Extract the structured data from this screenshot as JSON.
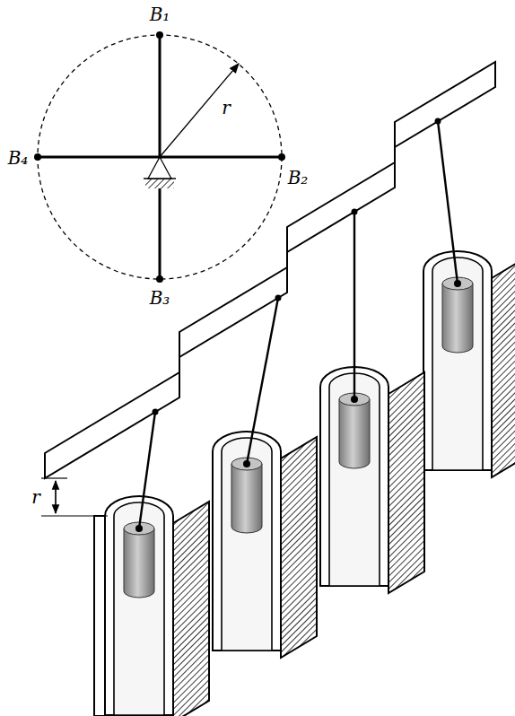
{
  "diagram": {
    "labels": [
      "B₁",
      "B₂",
      "B₃",
      "B₄",
      "r",
      "r"
    ]
  }
}
